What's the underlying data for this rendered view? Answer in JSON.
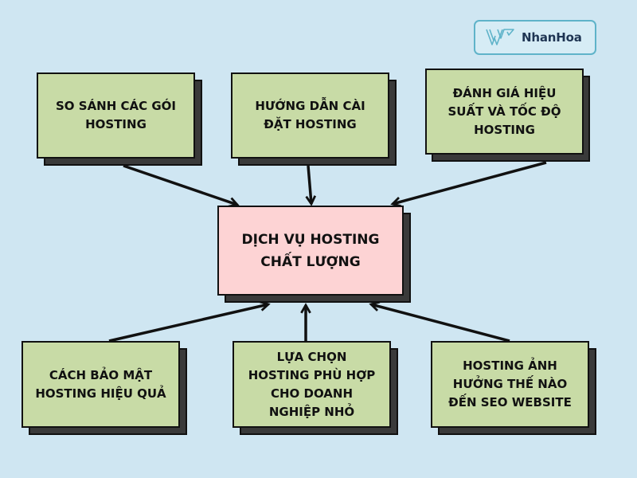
{
  "logo": {
    "brand": "NhanHoa",
    "icon": "nhanhoa-logo-icon",
    "border_color": "#5fb3c9",
    "text_color": "#1f3553"
  },
  "colors": {
    "background": "#cfe6f2",
    "topic_fill": "#c8dba6",
    "center_fill": "#fdd3d4",
    "shadow": "#3a3a3a",
    "stroke": "#111111"
  },
  "center": {
    "label": "DỊCH VỤ HOSTING\nCHẤT LƯỢNG"
  },
  "top_nodes": [
    {
      "label": "SO SÁNH CÁC GÓI\nHOSTING"
    },
    {
      "label": "HƯỚNG DẪN CÀI\nĐẶT HOSTING"
    },
    {
      "label": "ĐÁNH GIÁ HIỆU\nSUẤT VÀ TỐC ĐỘ\nHOSTING"
    }
  ],
  "bottom_nodes": [
    {
      "label": "CÁCH BẢO MẬT\nHOSTING HIỆU QUẢ"
    },
    {
      "label": "LỰA CHỌN\nHOSTING PHÙ HỢP\nCHO DOANH\nNGHIỆP NHỎ"
    },
    {
      "label": "HOSTING ẢNH\nHƯỞNG THẾ NÀO\nĐẾN SEO WEBSITE"
    }
  ],
  "edges": [
    {
      "from": "top_nodes.0",
      "to": "center"
    },
    {
      "from": "top_nodes.1",
      "to": "center"
    },
    {
      "from": "top_nodes.2",
      "to": "center"
    },
    {
      "from": "bottom_nodes.0",
      "to": "center"
    },
    {
      "from": "bottom_nodes.1",
      "to": "center"
    },
    {
      "from": "bottom_nodes.2",
      "to": "center"
    }
  ]
}
